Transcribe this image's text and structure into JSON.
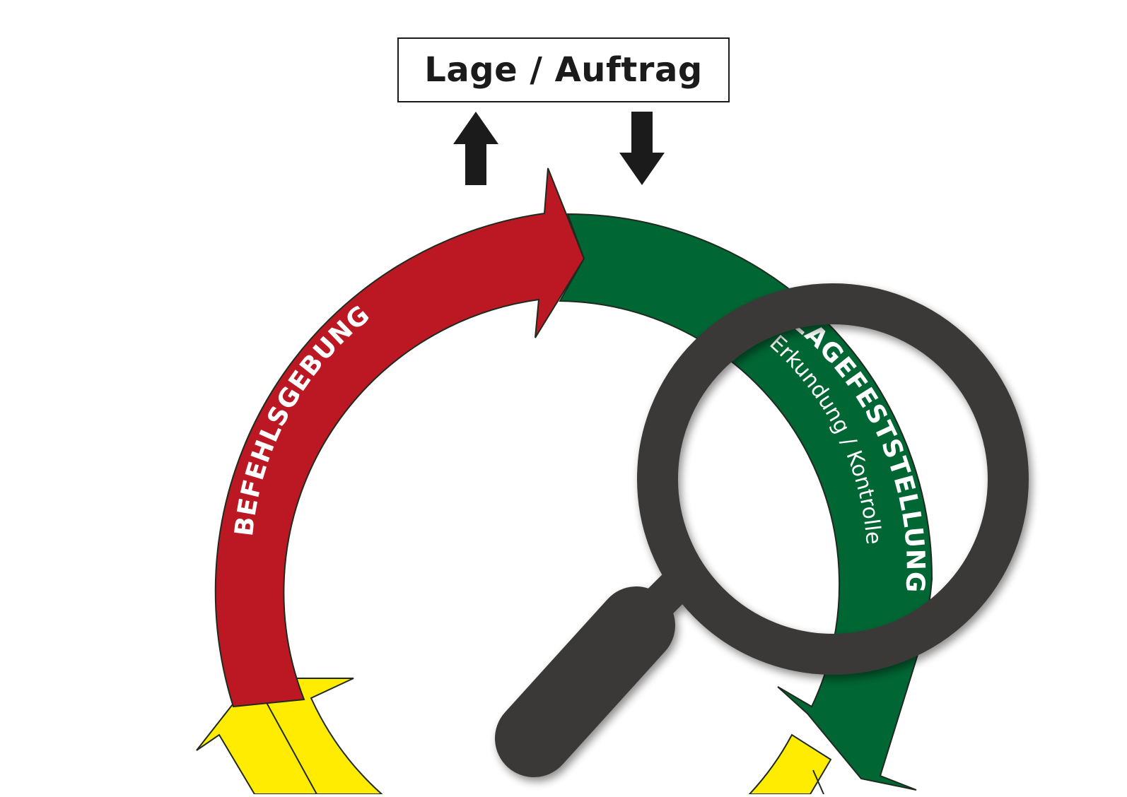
{
  "top_box": {
    "label": "Lage / Auftrag"
  },
  "arcs": {
    "red": {
      "label": "BEFEHLSGEBUNG",
      "color": "#bb1823"
    },
    "green": {
      "label": "LAGEFESTSTELLUNG",
      "sublabel": "Erkundung / Kontrolle",
      "color": "#006633"
    },
    "yellow": {
      "color": "#ffec00"
    }
  },
  "icons": {
    "up_arrow": "arrow-up-icon",
    "down_arrow": "arrow-down-icon",
    "magnifier": "magnifying-glass-icon"
  },
  "colors": {
    "dark": "#1b1b1b",
    "magnifier": "#3b3838",
    "outline": "#1f2a1f"
  }
}
